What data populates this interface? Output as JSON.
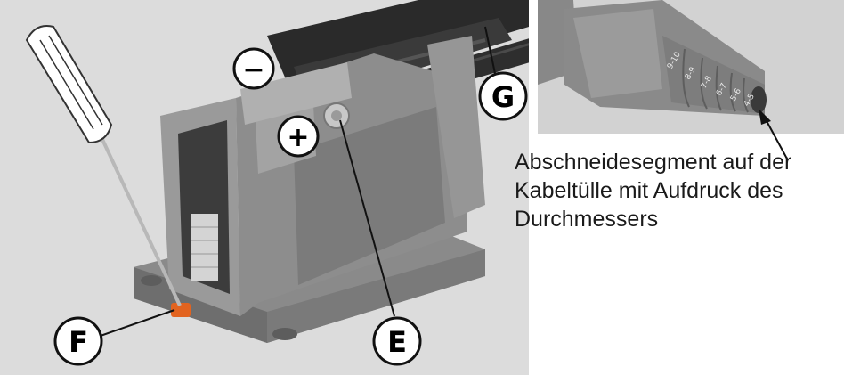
{
  "callouts": {
    "minus": "−",
    "plus": "+",
    "E": "E",
    "F": "F",
    "G": "G"
  },
  "caption_lines": [
    "Abschneidesegment auf der",
    "Kabeltülle mit Aufdruck des",
    "Durchmessers"
  ],
  "grommet_markings": [
    "9-10",
    "8-9",
    "7-8",
    "6-7",
    "5-6",
    "4-5"
  ],
  "colors": {
    "housing": "#8d8d8d",
    "housing_dark": "#6f6f6f",
    "cable": "#2f2f2f",
    "release_tab": "#e2631f",
    "background_left": "#dcdcdc",
    "background_right": "#d2d2d2"
  }
}
